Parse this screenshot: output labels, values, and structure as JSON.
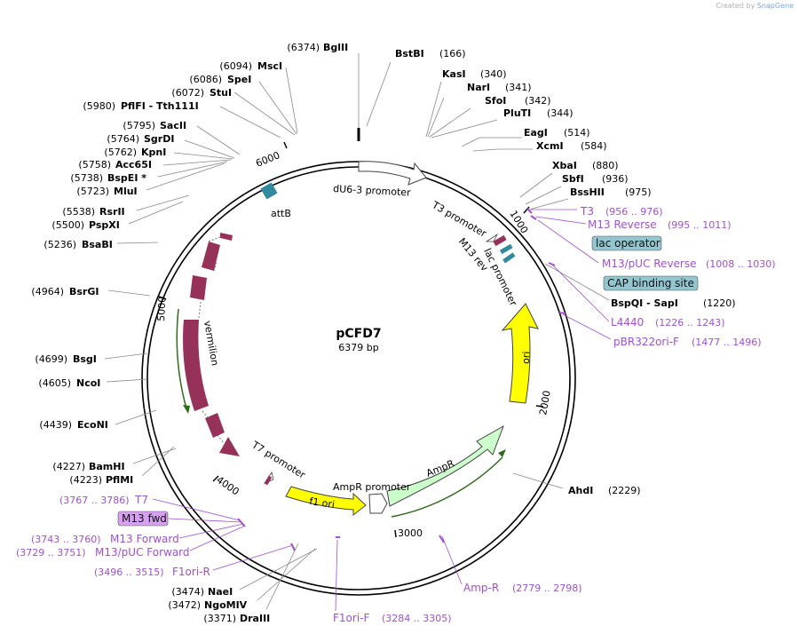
{
  "credit": {
    "prefix": "Created by",
    "brand": "SnapGene"
  },
  "plasmid": {
    "name": "pCFD7",
    "size": "6379 bp"
  },
  "ticks": [
    "1000",
    "2000",
    "3000",
    "4000",
    "5000",
    "6000"
  ],
  "colors": {
    "maroon": "#96325a",
    "yellow": "#ffff00",
    "green_light": "#ccffcc",
    "teal": "#318a9b",
    "primer": "#a050d0",
    "box_blue": "#94c6d0",
    "box_purple": "#d8a0f0"
  },
  "features": {
    "dU6_3": "dU6-3 promoter",
    "T3_promoter": "T3 promoter",
    "M13_rev": "M13 rev",
    "lac_promoter": "lac promoter",
    "ori": "ori",
    "AmpR": "AmpR",
    "AmpR_promoter": "AmpR promoter",
    "f1_ori": "f1 ori",
    "T7_promoter": "T7 promoter",
    "vermilion": "vermilion",
    "attB": "attB"
  },
  "sites": [
    {
      "pos": "(6374)",
      "name": "BglII"
    },
    {
      "pos": "(166)",
      "name": "BstBI"
    },
    {
      "pos": "(340)",
      "name": "KasI"
    },
    {
      "pos": "(341)",
      "name": "NarI"
    },
    {
      "pos": "(342)",
      "name": "SfoI"
    },
    {
      "pos": "(344)",
      "name": "PluTI"
    },
    {
      "pos": "(514)",
      "name": "EagI"
    },
    {
      "pos": "(584)",
      "name": "XcmI"
    },
    {
      "pos": "(880)",
      "name": "XbaI"
    },
    {
      "pos": "(936)",
      "name": "SbfI"
    },
    {
      "pos": "(975)",
      "name": "BssHII"
    },
    {
      "pos": "(1220)",
      "name": "BspQI - SapI"
    },
    {
      "pos": "(2229)",
      "name": "AhdI"
    },
    {
      "pos": "(3371)",
      "name": "DraIII"
    },
    {
      "pos": "(3472)",
      "name": "NgoMIV"
    },
    {
      "pos": "(3474)",
      "name": "NaeI"
    },
    {
      "pos": "(4223)",
      "name": "PflMI"
    },
    {
      "pos": "(4227)",
      "name": "BamHI"
    },
    {
      "pos": "(4439)",
      "name": "EcoNI"
    },
    {
      "pos": "(4605)",
      "name": "NcoI"
    },
    {
      "pos": "(4699)",
      "name": "BsgI"
    },
    {
      "pos": "(4964)",
      "name": "BsrGI"
    },
    {
      "pos": "(5236)",
      "name": "BsaBI"
    },
    {
      "pos": "(5500)",
      "name": "PspXI"
    },
    {
      "pos": "(5538)",
      "name": "RsrII"
    },
    {
      "pos": "(5723)",
      "name": "MluI"
    },
    {
      "pos": "(5738)",
      "name": "BspEI *"
    },
    {
      "pos": "(5758)",
      "name": "Acc65I"
    },
    {
      "pos": "(5762)",
      "name": "KpnI"
    },
    {
      "pos": "(5764)",
      "name": "SgrDI"
    },
    {
      "pos": "(5795)",
      "name": "SacII"
    },
    {
      "pos": "(5980)",
      "name": "PflFI - Tth111I"
    },
    {
      "pos": "(6072)",
      "name": "StuI"
    },
    {
      "pos": "(6086)",
      "name": "SpeI"
    },
    {
      "pos": "(6094)",
      "name": "MscI"
    }
  ],
  "primers": [
    {
      "name": "T3",
      "range": "(956 .. 976)"
    },
    {
      "name": "M13 Reverse",
      "range": "(995 .. 1011)"
    },
    {
      "name": "lac operator",
      "range": ""
    },
    {
      "name": "M13/pUC Reverse",
      "range": "(1008 .. 1030)"
    },
    {
      "name": "CAP binding site",
      "range": ""
    },
    {
      "name": "L4440",
      "range": "(1226 .. 1243)"
    },
    {
      "name": "pBR322ori-F",
      "range": "(1477 .. 1496)"
    },
    {
      "name": "Amp-R",
      "range": "(2779 .. 2798)"
    },
    {
      "name": "F1ori-F",
      "range": "(3284 .. 3305)"
    },
    {
      "name": "F1ori-R",
      "range": "(3496 .. 3515)"
    },
    {
      "name": "M13/pUC Forward",
      "range": "(3729 .. 3751)"
    },
    {
      "name": "M13 Forward",
      "range": "(3743 .. 3760)"
    },
    {
      "name": "T7",
      "range": "(3767 .. 3786)"
    },
    {
      "name": "M13 fwd",
      "range": ""
    }
  ]
}
